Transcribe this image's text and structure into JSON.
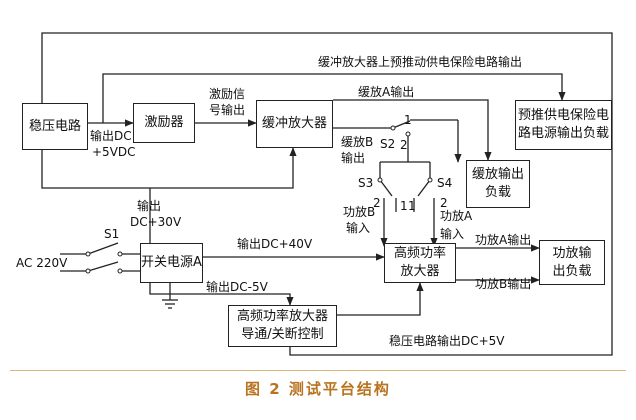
{
  "blocks": {
    "regulator": "稳压电路",
    "exciter": "激励器",
    "buffer_amp": "缓冲放大器",
    "prepush_load": [
      "预推供电保险电",
      "路电源输出负载"
    ],
    "buffer_out_load": [
      "缓放输出",
      "负载"
    ],
    "switch_psu": "开关电源A",
    "hf_amp": [
      "高频功率",
      "放大器"
    ],
    "pa_out_load": [
      "功放输",
      "出负载"
    ],
    "hf_control": [
      "高频功率放大器",
      "导通/关断控制"
    ]
  },
  "labels": {
    "top_line": "缓冲放大器上预推动供电保险电路输出",
    "out_dc5": [
      "输出DC",
      "+5VDC"
    ],
    "exciter_sig": [
      "激励信",
      "号输出"
    ],
    "buffer_a_out": "缓放A输出",
    "buffer_b_out": [
      "缓放B",
      "输出"
    ],
    "s2": "S2",
    "s2_1": "1",
    "s2_2": "2",
    "s3": "S3",
    "s4": "S4",
    "s3_2": "2",
    "s3_1": "1",
    "s4_1": "1",
    "s4_2": "2",
    "pa_b_in": [
      "功放B",
      "输入"
    ],
    "pa_a_in": [
      "功放A",
      "输入"
    ],
    "out_dc30": [
      "输出",
      "DC+30V"
    ],
    "s1": "S1",
    "ac_in": "AC 220V",
    "out_dc40": "输出DC+40V",
    "out_dc_neg5": "输出DC-5V",
    "pa_a_out": "功放A输出",
    "pa_b_out": "功放B输出",
    "reg_out_dc5": "稳压电路输出DC+5V"
  },
  "caption": "图 2    测试平台结构"
}
